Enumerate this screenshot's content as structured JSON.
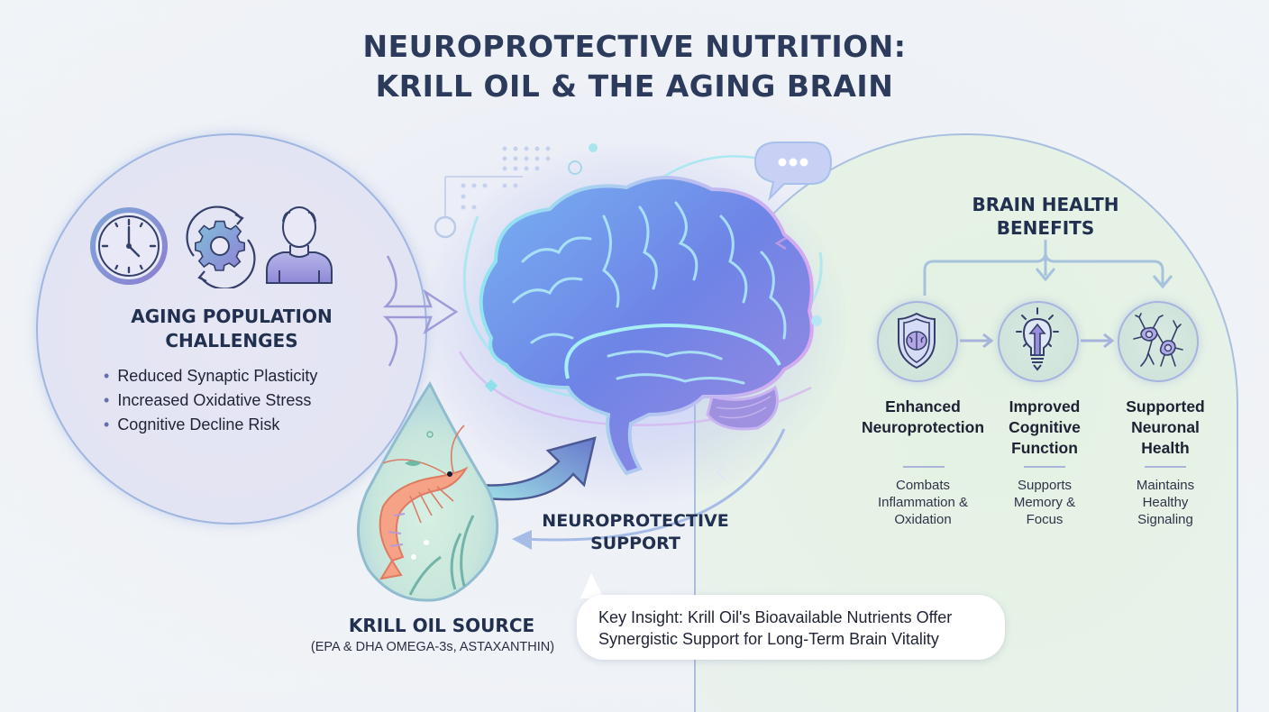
{
  "title": {
    "line1": "NEUROPROTECTIVE NUTRITION:",
    "line2": "KRILL OIL & THE AGING BRAIN"
  },
  "challenges": {
    "heading_line1": "AGING POPULATION",
    "heading_line2": "CHALLENGES",
    "icons": [
      "clock-icon",
      "gear-cycle-icon",
      "elderly-person-icon"
    ],
    "items": [
      "Reduced Synaptic Plasticity",
      "Increased Oxidative Stress",
      "Cognitive Decline Risk"
    ]
  },
  "center": {
    "icon": "brain-icon",
    "speech_bubble_icon": "speech-bubble-icon",
    "support_label_line1": "NEUROPROTECTIVE",
    "support_label_line2": "SUPPORT"
  },
  "krill": {
    "icon": "krill-droplet-icon",
    "title": "KRILL OIL SOURCE",
    "subtitle": "(EPA & DHA OMEGA-3s, ASTAXANTHIN)"
  },
  "benefits": {
    "heading_line1": "BRAIN HEALTH",
    "heading_line2": "BENEFITS",
    "items": [
      {
        "icon": "shield-brain-icon",
        "title": "Enhanced Neuroprotection",
        "desc": "Combats Inflammation & Oxidation"
      },
      {
        "icon": "lightbulb-arrow-icon",
        "title": "Improved Cognitive Function",
        "desc": "Supports Memory & Focus"
      },
      {
        "icon": "neurons-icon",
        "title": "Supported Neuronal Health",
        "desc": "Maintains Healthy Signaling"
      }
    ]
  },
  "insight": {
    "line1": "Key Insight: Krill Oil's Bioavailable Nutrients Offer",
    "line2": "Synergistic Support for Long-Term Brain Vitality"
  },
  "colors": {
    "heading": "#2c3a5c",
    "left_panel": "#e3e4f3",
    "right_panel": "#e3f1e3",
    "brain_blue": "#6f8fe8",
    "brain_purple": "#9a86e0",
    "accent_cyan": "#8fe6f0",
    "krill_orange": "#f28c6c"
  }
}
